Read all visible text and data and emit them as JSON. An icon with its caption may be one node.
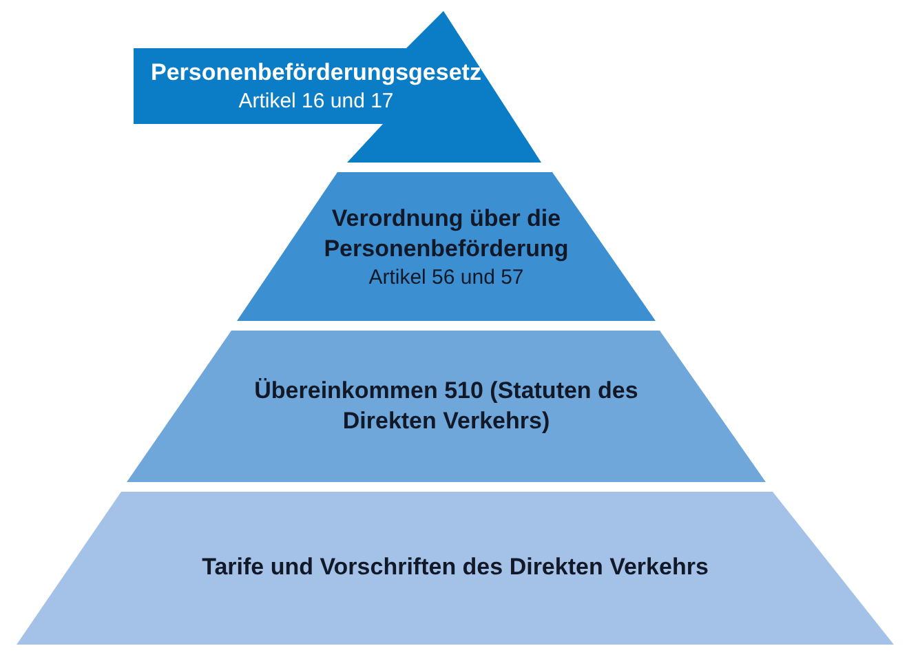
{
  "diagram": {
    "nodes": [
      {
        "text": [
          "Personenbeförderungsgesetz",
          "Artikel 16 und 17"
        ]
      },
      {
        "text": [
          "Verordnung über die Personenbeförderung",
          "Artikel 56 und 57"
        ]
      },
      {
        "text": [
          "Übereinkommen 510 (Statuten des Direkten Verkehrs)"
        ]
      },
      {
        "text": [
          "Tarife und Vorschriften des Direkten Verkehrs"
        ]
      }
    ]
  }
}
